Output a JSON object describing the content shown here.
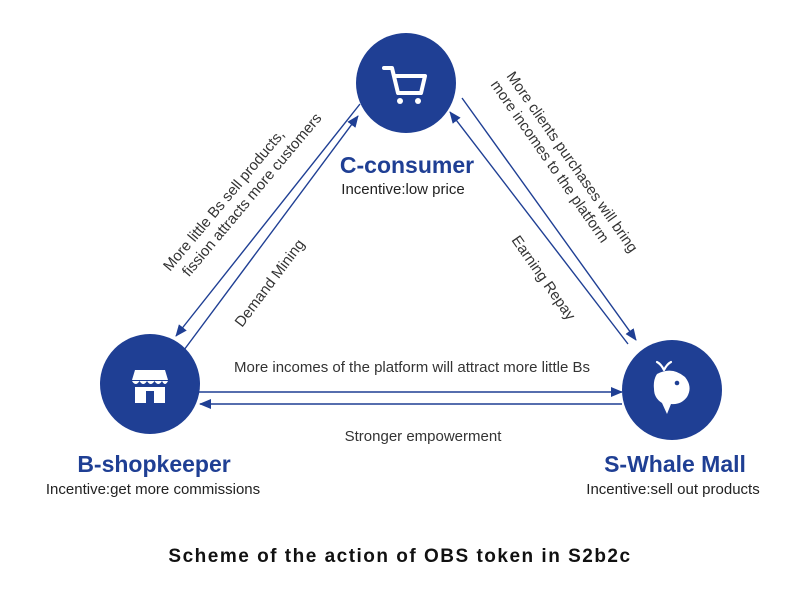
{
  "colors": {
    "node_fill": "#1f3f94",
    "arrow": "#1f3f94",
    "icon": "#ffffff"
  },
  "nodes": {
    "consumer": {
      "title": "C-consumer",
      "incentive": "Incentive:low price",
      "icon": "shopping-cart-icon"
    },
    "shopkeeper": {
      "title": "B-shopkeeper",
      "incentive": "Incentive:get more commissions",
      "icon": "storefront-icon"
    },
    "mall": {
      "title": "S-Whale Mall",
      "incentive": "Incentive:sell out products",
      "icon": "whale-icon"
    }
  },
  "edges": {
    "consumer_to_shopkeeper": {
      "line1": "More little Bs sell products,",
      "line2": "fission attracts more customers"
    },
    "shopkeeper_to_consumer": {
      "label": "Demand Mining"
    },
    "consumer_to_mall": {
      "line1": "More clients purchases will bring",
      "line2": "more incomes to the platform"
    },
    "mall_to_consumer": {
      "label": "Earning Repay"
    },
    "shopkeeper_to_mall": {
      "label": "More incomes of the platform will attract more little Bs"
    },
    "mall_to_shopkeeper": {
      "label": "Stronger empowerment"
    }
  },
  "caption": "Scheme of the action of OBS token in S2b2c"
}
